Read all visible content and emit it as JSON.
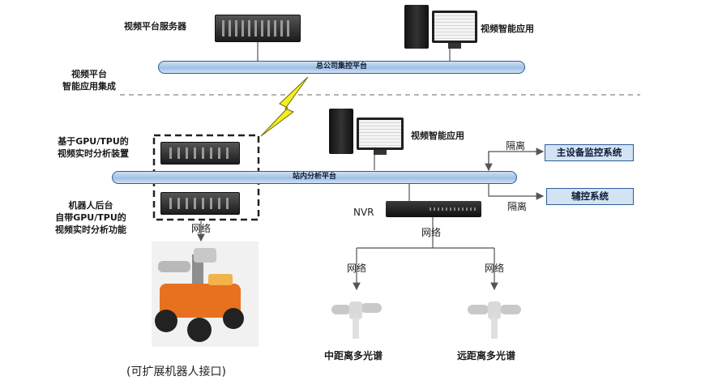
{
  "labels": {
    "video_server": "视频平台服务器",
    "intelligent_app_top": "视频智能应用",
    "integration_line1": "视频平台",
    "integration_line2": "智能应用集成",
    "hq_bus": "总公司集控平台",
    "gpu_line1": "基于GPU/TPU的",
    "gpu_line2": "视频实时分析装置",
    "intelligent_app_mid": "视频智能应用",
    "isolation_1": "隔离",
    "main_monitor": "主设备监控系统",
    "station_bus": "站内分析平台",
    "isolation_2": "隔离",
    "aux_control": "辅控系统",
    "robot_line1": "机器人后台",
    "robot_line2": "自带GPU/TPU的",
    "robot_line3": "视频实时分析功能",
    "nvr": "NVR",
    "network_robot": "网络",
    "network_nvr": "网络",
    "network_left": "网络",
    "network_right": "网络",
    "mid_camera": "中距离多光谱",
    "far_camera": "远距离多光谱",
    "robot_interface": "(可扩展机器人接口)"
  },
  "colors": {
    "bus_border": "#2d5d9a",
    "bus_fill": "#b7d1ec",
    "lightning": "#f2ee22",
    "robot_orange": "#e8711f",
    "dashed_divider": "#9a9a9a"
  },
  "icons": [
    "server-rack-icon",
    "desktop-computer-icon",
    "lightning-icon",
    "nvr-device-icon",
    "camera-icon",
    "robot-icon"
  ]
}
